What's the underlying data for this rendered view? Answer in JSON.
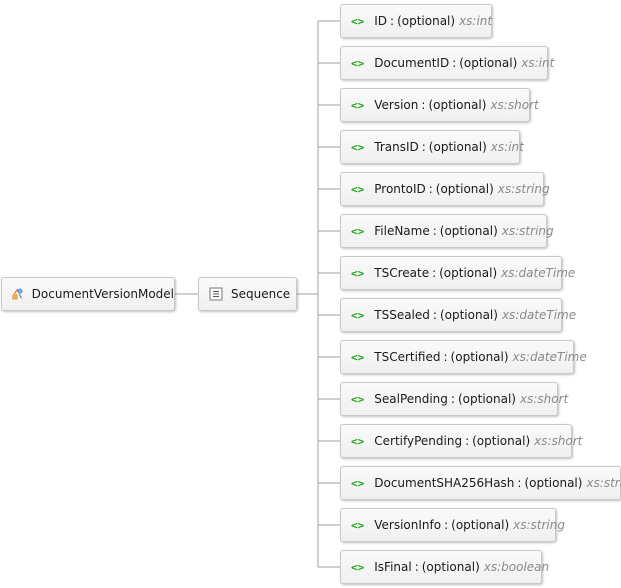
{
  "root": {
    "label": "DocumentVersionModel",
    "icon": "complex-type-icon"
  },
  "sequence": {
    "label": "Sequence",
    "icon": "sequence-icon"
  },
  "element_icon_glyph": "<>",
  "elements": [
    {
      "name": "ID",
      "sep": ":",
      "optional": "(optional)",
      "type": "xs:int"
    },
    {
      "name": "DocumentID",
      "sep": ":",
      "optional": "(optional)",
      "type": "xs:int"
    },
    {
      "name": "Version",
      "sep": ":",
      "optional": "(optional)",
      "type": "xs:short"
    },
    {
      "name": "TransID",
      "sep": ":",
      "optional": "(optional)",
      "type": "xs:int"
    },
    {
      "name": "ProntoID",
      "sep": ":",
      "optional": "(optional)",
      "type": "xs:string"
    },
    {
      "name": "FileName",
      "sep": ":",
      "optional": "(optional)",
      "type": "xs:string"
    },
    {
      "name": "TSCreate",
      "sep": ":",
      "optional": "(optional)",
      "type": "xs:dateTime"
    },
    {
      "name": "TSSealed",
      "sep": ":",
      "optional": "(optional)",
      "type": "xs:dateTime"
    },
    {
      "name": "TSCertified",
      "sep": ":",
      "optional": "(optional)",
      "type": "xs:dateTime"
    },
    {
      "name": "SealPending",
      "sep": ":",
      "optional": "(optional)",
      "type": "xs:short"
    },
    {
      "name": "CertifyPending",
      "sep": ":",
      "optional": "(optional)",
      "type": "xs:short"
    },
    {
      "name": "DocumentSHA256Hash",
      "sep": ":",
      "optional": "(optional)",
      "type": "xs:string"
    },
    {
      "name": "VersionInfo",
      "sep": ":",
      "optional": "(optional)",
      "type": "xs:string"
    },
    {
      "name": "IsFinal",
      "sep": ":",
      "optional": "(optional)",
      "type": "xs:boolean"
    }
  ],
  "colors": {
    "element_icon": "#1aa31a",
    "type_text": "#8a8a8a",
    "connector": "#a0a0a0"
  }
}
